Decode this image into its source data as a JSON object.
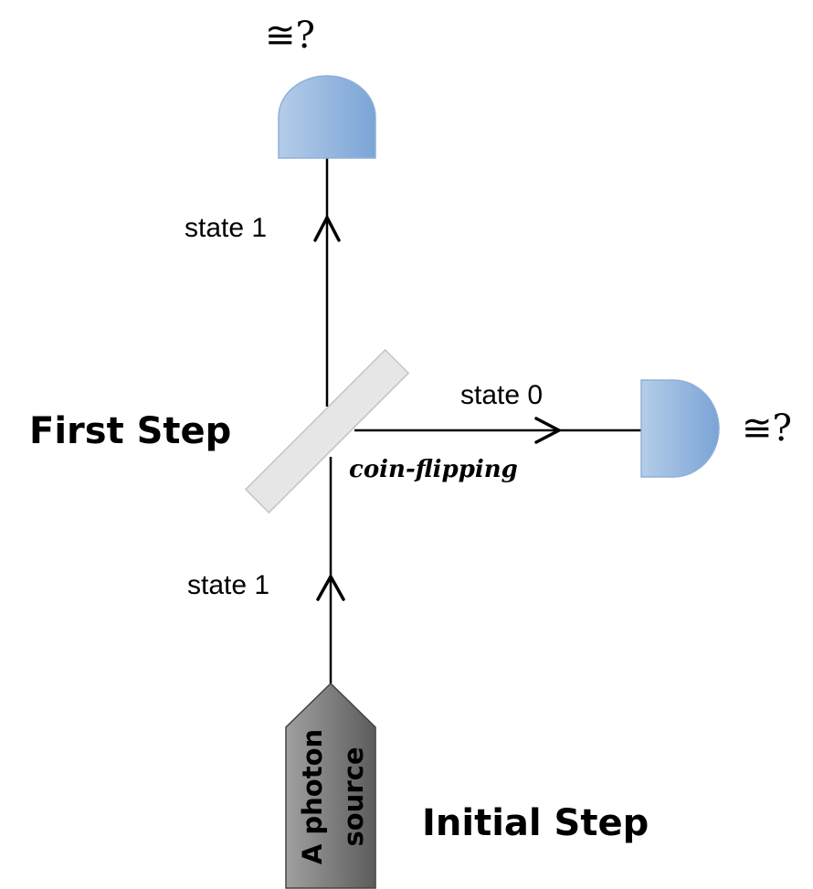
{
  "diagram": {
    "detector_top_reading": "≅?",
    "detector_right_reading": "≅?",
    "beam_top_label": "state 1",
    "beam_right_label": "state 0",
    "beam_bottom_label": "state 1",
    "beam_splitter_label": "coin-flipping",
    "first_step_label": "First Step",
    "initial_step_label": "Initial Step",
    "source_label_line1": "A photon",
    "source_label_line2": "source",
    "colors": {
      "detector_light": "#b4cde9",
      "detector_dark": "#7ba4d6",
      "detector_stroke": "#8fb0d8",
      "splitter_fill": "#e6e6e6",
      "splitter_stroke": "#c4c4c4",
      "source_light": "#a0a0a0",
      "source_dark": "#5c5c5c"
    }
  }
}
